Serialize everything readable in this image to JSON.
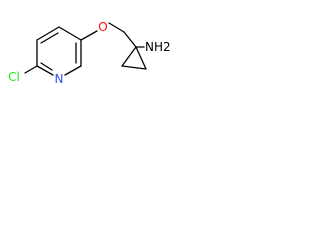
{
  "molecule": {
    "atoms": {
      "oxygen": "O",
      "nitrogen": "N",
      "chlorine": "Cl",
      "amine": "NH2"
    }
  },
  "colors": {
    "oxygen": "#ff0d0d",
    "nitrogen": "#3050f8",
    "chlorine": "#1ff01f",
    "bond": "#000000"
  }
}
